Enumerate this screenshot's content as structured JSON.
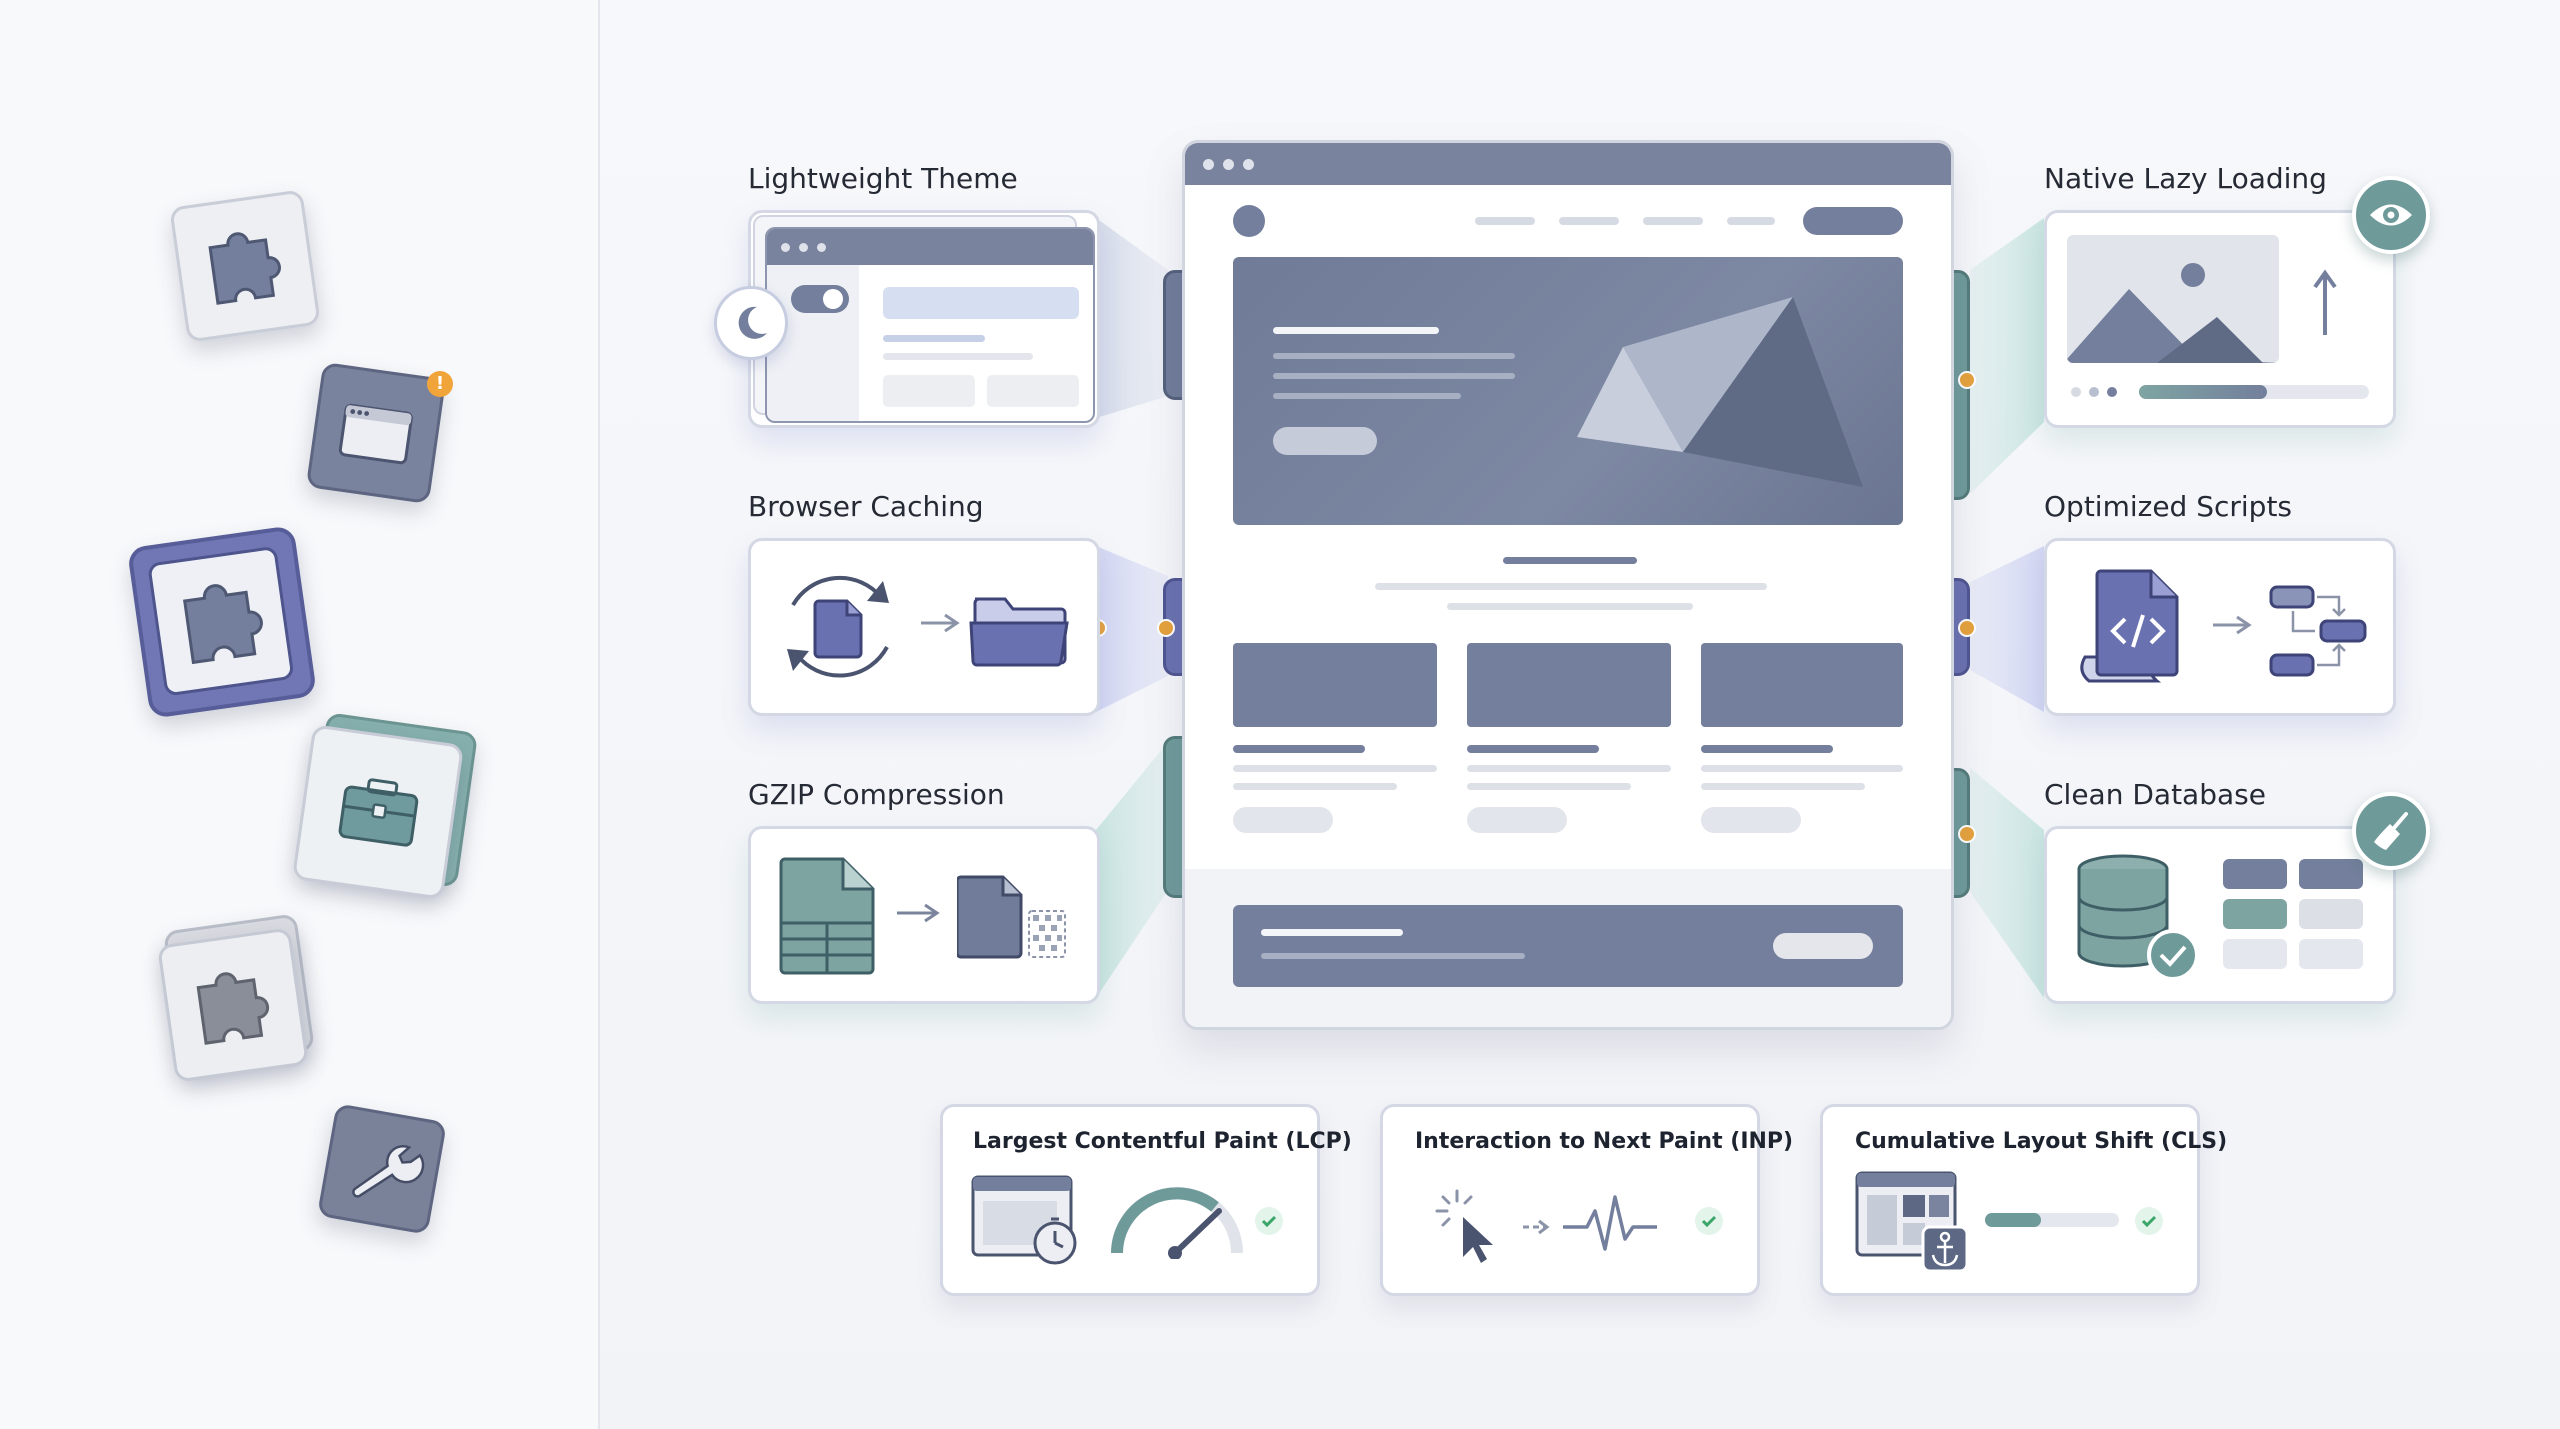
{
  "features_left": [
    {
      "label": "Lightweight Theme"
    },
    {
      "label": "Browser Caching"
    },
    {
      "label": "GZIP Compression"
    }
  ],
  "features_right": [
    {
      "label": "Native Lazy Loading"
    },
    {
      "label": "Optimized Scripts"
    },
    {
      "label": "Clean Database"
    }
  ],
  "metrics": [
    {
      "label": "Largest Contentful Paint (LCP)"
    },
    {
      "label": "Interaction to Next Paint (INP)"
    },
    {
      "label": "Cumulative Layout Shift (CLS)"
    }
  ],
  "colors": {
    "slate": "#707c99",
    "slate_dark": "#5d6885",
    "indigo": "#6a71b0",
    "teal": "#6f9a9a",
    "warning": "#f0a43a",
    "connector": "#e6a23c",
    "check_bg": "#e3f4ea",
    "check": "#3aa66a"
  },
  "plugin_icons": [
    "puzzle-icon",
    "browser-window-icon",
    "puzzle-icon",
    "briefcase-icon",
    "puzzle-icon",
    "wrench-icon"
  ],
  "metric_icons": [
    "gauge-icon",
    "pointer-pulse-icon",
    "anchor-layout-icon"
  ]
}
